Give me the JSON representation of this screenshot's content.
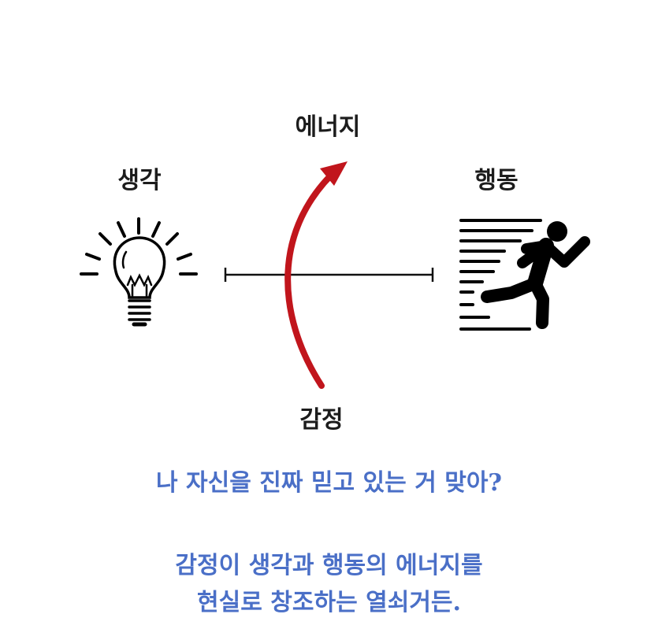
{
  "diagram": {
    "energy_label": "에너지",
    "thought_label": "생각",
    "action_label": "행동",
    "emotion_label": "감정",
    "thought_icon": "lightbulb-icon",
    "action_icon": "running-person-icon",
    "arrow_color": "#c1151c"
  },
  "captions": {
    "question": "나 자신을 진짜 믿고 있는 거 맞아?",
    "statement_line1": "감정이 생각과 행동의 에너지를",
    "statement_line2": "현실로 창조하는 열쇠거든."
  },
  "colors": {
    "caption_text": "#4a6fc7",
    "label_text": "#1c1c1c"
  }
}
